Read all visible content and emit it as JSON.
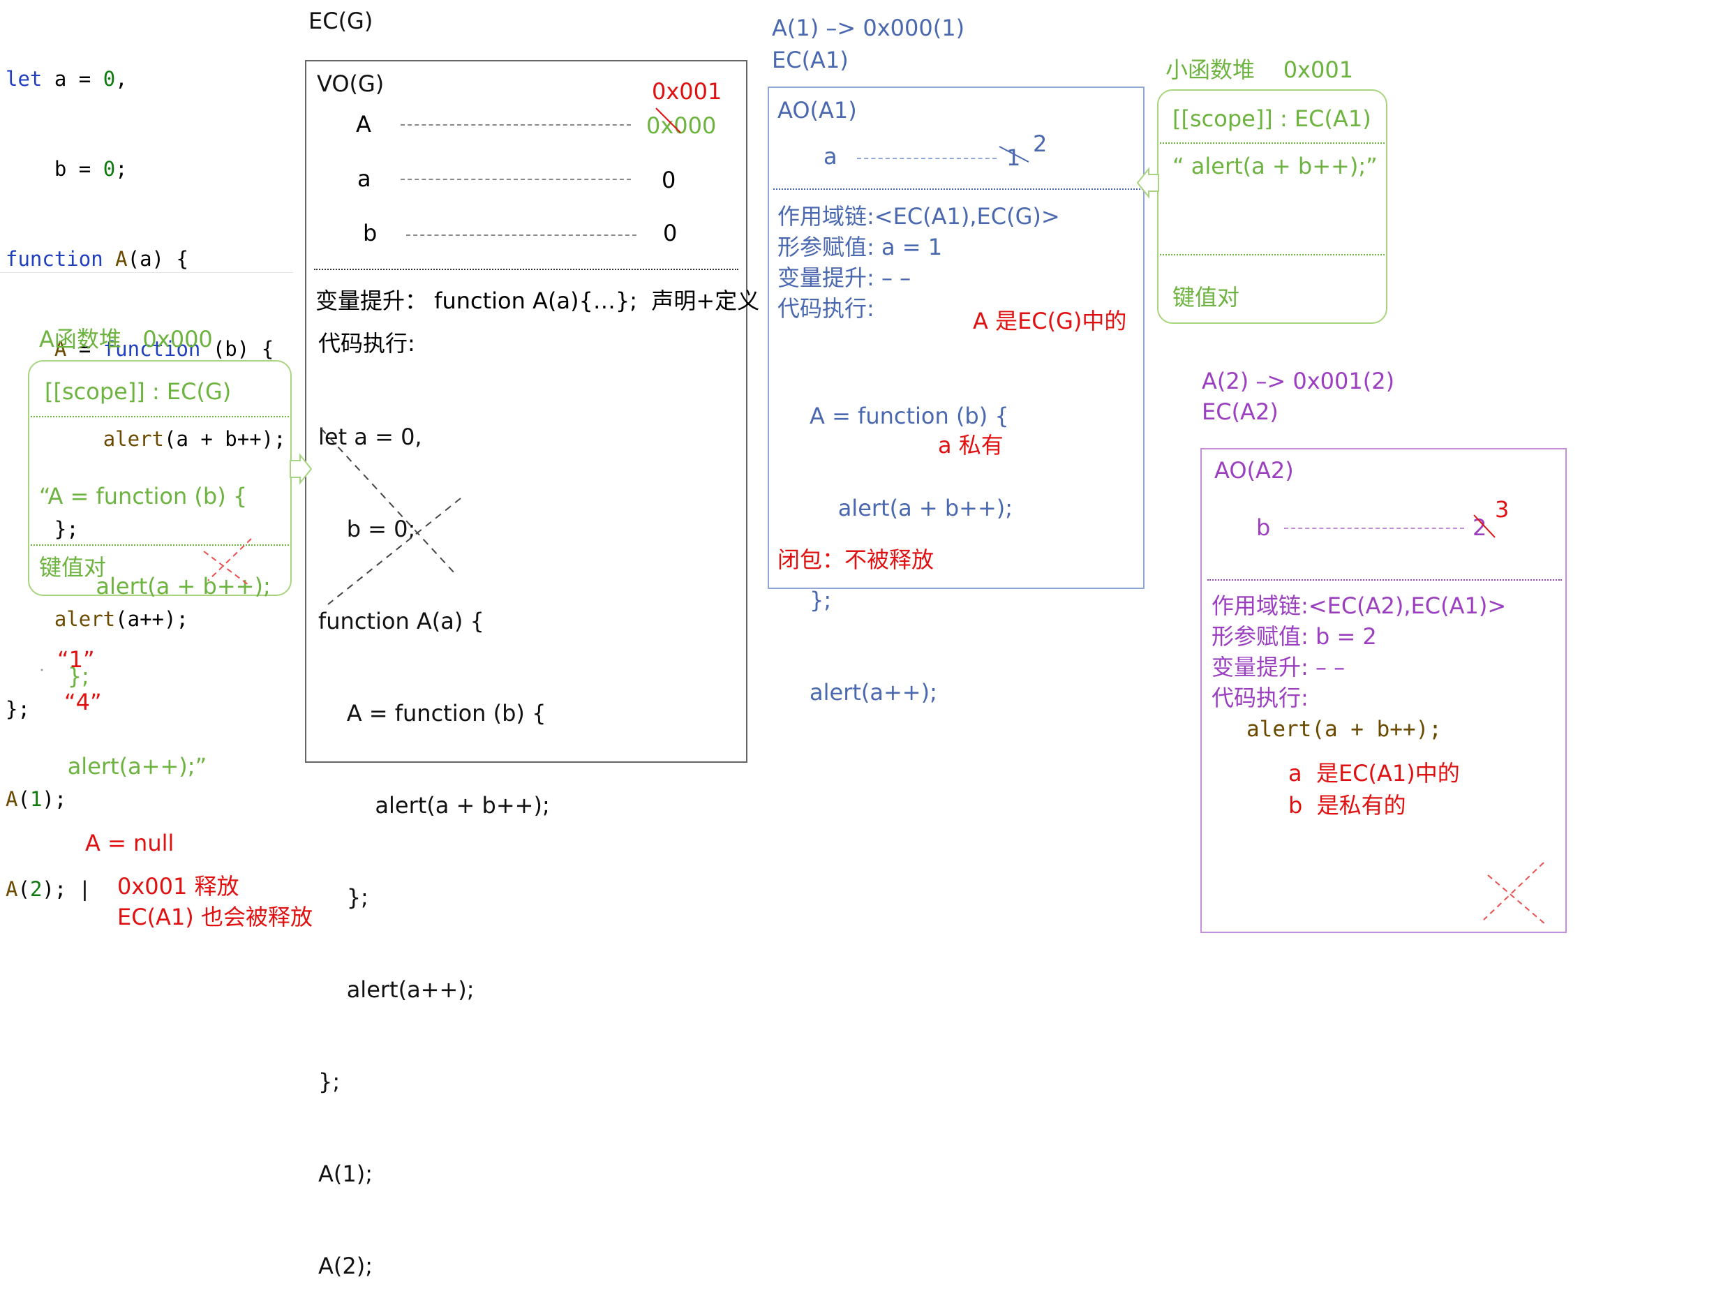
{
  "colors": {
    "keyword": "#1f3fbf",
    "text": "#111111",
    "number": "#0b7a0b",
    "func": "#6b4a00",
    "red": "#e01010",
    "green": "#6db33f",
    "blue": "#4a68b0",
    "purple": "#9b3fc0",
    "box": "#666666"
  },
  "code": {
    "line1": {
      "kw": "let",
      "rest": " a = ",
      "num": "0",
      "end": ","
    },
    "line2": {
      "pre": "    b = ",
      "num": "0",
      "end": ";"
    },
    "line3": {
      "kw": "function",
      "name": " A",
      "rest": "(a) {"
    },
    "line4": {
      "pre": "    ",
      "name": "A",
      "mid": " = ",
      "kw": "function",
      "rest": " (b) {"
    },
    "line5": {
      "pre": "        ",
      "fn": "alert",
      "rest": "(a + b++);"
    },
    "line6": "    };",
    "line7": {
      "pre": "    ",
      "fn": "alert",
      "rest": "(a++);"
    },
    "line8": "};",
    "line9": {
      "name": "A",
      "rest": "(",
      "num": "1",
      "end": ");"
    },
    "line10": {
      "name": "A",
      "rest": "(",
      "num": "2",
      "end": "); |"
    }
  },
  "heap_a": {
    "title": "A函数堆   0x000",
    "scope": "[[scope]] : EC(G)",
    "body": [
      "“A = function (b) {",
      "        alert(a + b++);",
      "    };",
      "    alert(a++);”"
    ],
    "footer": "键值对"
  },
  "alerts": {
    "first": "“1”",
    "second": "“4”"
  },
  "release": {
    "assign": "A = null",
    "line1": "0x001 释放",
    "line2": "EC(A1) 也会被释放"
  },
  "ecg": {
    "title": "EC(G)",
    "vo": "VO(G)",
    "vars": [
      {
        "name": "A",
        "value": "0x000",
        "new_value": "0x001"
      },
      {
        "name": "a",
        "value": "0"
      },
      {
        "name": "b",
        "value": "0"
      }
    ],
    "hoist": "变量提升： function A(a){…};  声明+定义",
    "exec_title": "代码执行:",
    "exec": [
      "let a = 0,",
      "    b = 0;",
      "function A(a) {",
      "    A = function (b) {",
      "        alert(a + b++);",
      "    };",
      "    alert(a++);",
      "};",
      "A(1);",
      "A(2);"
    ]
  },
  "a1": {
    "call": "A(1) –> 0x000(1)",
    "ec": "EC(A1)",
    "ao": "AO(A1)",
    "var": {
      "name": "a",
      "value": "1",
      "new_value": "2"
    },
    "scope_chain": "作用域链:<EC(A1),EC(G)>",
    "param": "形参赋值: a = 1",
    "hoist": "变量提升: – –",
    "exec_title": "代码执行:",
    "note_a": "A 是EC(G)中的",
    "exec": [
      "A = function (b) {",
      "    alert(a + b++);",
      "};",
      "alert(a++);"
    ],
    "note_private": "a 私有",
    "closure": "闭包：不被释放"
  },
  "heap_small": {
    "title": "小函数堆    0x001",
    "scope": "[[scope]] : EC(A1)",
    "body": "“ alert(a + b++);”",
    "footer": "键值对"
  },
  "a2": {
    "call": "A(2) –> 0x001(2)",
    "ec": "EC(A2)",
    "ao": "AO(A2)",
    "var": {
      "name": "b",
      "value": "2",
      "new_value": "3"
    },
    "scope_chain": "作用域链:<EC(A2),EC(A1)>",
    "param": "形参赋值: b = 2",
    "hoist": "变量提升: – –",
    "exec_title": "代码执行:",
    "exec": "alert(a + b++);",
    "note_a": "a  是EC(A1)中的",
    "note_b": "b  是私有的"
  }
}
